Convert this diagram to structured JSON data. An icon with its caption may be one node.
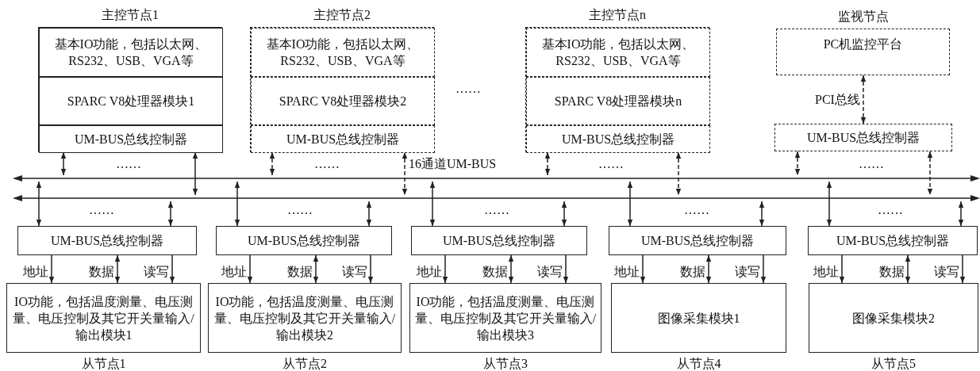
{
  "diagram": {
    "nodes": [
      {
        "text": [
          "主控节点1"
        ]
      },
      {
        "text": [
          "基本IO功能，包括以太网、RS232、USB、VGA等"
        ],
        "in": 0
      },
      {
        "text": [
          "SPARC V8处理器模块1"
        ],
        "in": 0
      },
      {
        "text": [
          "UM-BUS总线控制器"
        ],
        "in": 0
      },
      {
        "text": [
          "主控节点2"
        ]
      },
      {
        "text": [
          "基本IO功能，包括以太网、RS232、USB、VGA等"
        ],
        "in": 4
      },
      {
        "text": [
          "SPARC V8处理器模块2"
        ],
        "in": 4
      },
      {
        "text": [
          "UM-BUS总线控制器"
        ],
        "in": 4
      },
      {
        "text": [
          "主控节点n"
        ]
      },
      {
        "text": [
          "基本IO功能，包括以太网、RS232、USB、VGA等"
        ],
        "in": 8
      },
      {
        "text": [
          "SPARC V8处理器模块n"
        ],
        "in": 8
      },
      {
        "text": [
          "UM-BUS总线控制器"
        ],
        "in": 8
      },
      {
        "text": [
          "监视节点",
          "PC机监控平台"
        ]
      },
      {
        "text": [
          "UM-BUS总线控制器"
        ]
      },
      {
        "text": [],
        "shape": "bar"
      },
      {
        "text": [],
        "shape": "bar"
      },
      {
        "text": [
          "UM-BUS总线控制器"
        ]
      },
      {
        "text": [
          "IO功能，包括温度测量、电压测量、电压控制及其它开关量输入/输出模块1"
        ],
        "beside": [
          "从节点1"
        ]
      },
      {
        "text": [
          "UM-BUS总线控制器"
        ]
      },
      {
        "text": [
          "IO功能，包括温度测量、电压测量、电压控制及其它开关量输入/输出模块2"
        ],
        "beside": [
          "从节点2"
        ]
      },
      {
        "text": [
          "UM-BUS总线控制器"
        ]
      },
      {
        "text": [
          "IO功能，包括温度测量、电压测量、电压控制及其它开关量输入/输出模块3"
        ],
        "beside": [
          "从节点3"
        ]
      },
      {
        "text": [
          "UM-BUS总线控制器"
        ]
      },
      {
        "text": [
          "图像采集模块1"
        ],
        "beside": [
          "从节点4"
        ]
      },
      {
        "text": [
          "UM-BUS总线控制器"
        ]
      },
      {
        "text": [
          "图像采集模块2"
        ],
        "beside": [
          "从节点5"
        ]
      }
    ],
    "edges": [
      {
        "from": 3,
        "to": 14,
        "arrow": "both"
      },
      {
        "from": 3,
        "to": 15,
        "arrow": "both"
      },
      {
        "from": 7,
        "to": 14,
        "arrow": "both",
        "style": "dashed"
      },
      {
        "from": 7,
        "to": 15,
        "arrow": "both",
        "style": "dashed"
      },
      {
        "from": 11,
        "to": 14,
        "arrow": "both",
        "style": "dashed"
      },
      {
        "from": 11,
        "to": 15,
        "arrow": "both",
        "style": "dashed"
      },
      {
        "from": 12,
        "to": 13,
        "arrow": "both",
        "style": "dashed",
        "label": "PCI总线"
      },
      {
        "from": 13,
        "to": 14,
        "arrow": "both",
        "style": "dashed"
      },
      {
        "from": 13,
        "to": 15,
        "arrow": "both",
        "style": "dashed"
      },
      {
        "from": 16,
        "to": 14,
        "arrow": "both"
      },
      {
        "from": 16,
        "to": 15,
        "arrow": "both"
      },
      {
        "from": 16,
        "to": 17,
        "arrow": "to",
        "label": "地址"
      },
      {
        "from": 16,
        "to": 17,
        "arrow": "both",
        "label": "数据"
      },
      {
        "from": 16,
        "to": 17,
        "arrow": "to",
        "label": "读写"
      },
      {
        "from": 18,
        "to": 14,
        "arrow": "both"
      },
      {
        "from": 18,
        "to": 15,
        "arrow": "both"
      },
      {
        "from": 18,
        "to": 19,
        "arrow": "to",
        "label": "地址"
      },
      {
        "from": 18,
        "to": 19,
        "arrow": "both",
        "label": "数据"
      },
      {
        "from": 18,
        "to": 19,
        "arrow": "to",
        "label": "读写"
      },
      {
        "from": 20,
        "to": 14,
        "arrow": "both"
      },
      {
        "from": 20,
        "to": 15,
        "arrow": "both"
      },
      {
        "from": 20,
        "to": 21,
        "arrow": "to",
        "label": "地址"
      },
      {
        "from": 20,
        "to": 21,
        "arrow": "both",
        "label": "数据"
      },
      {
        "from": 20,
        "to": 21,
        "arrow": "to",
        "label": "读写"
      },
      {
        "from": 22,
        "to": 14,
        "arrow": "both"
      },
      {
        "from": 22,
        "to": 15,
        "arrow": "both"
      },
      {
        "from": 22,
        "to": 23,
        "arrow": "to",
        "label": "地址"
      },
      {
        "from": 22,
        "to": 23,
        "arrow": "both",
        "label": "数据"
      },
      {
        "from": 22,
        "to": 23,
        "arrow": "to",
        "label": "读写"
      },
      {
        "from": 24,
        "to": 14,
        "arrow": "both"
      },
      {
        "from": 24,
        "to": 15,
        "arrow": "both"
      },
      {
        "from": 24,
        "to": 25,
        "arrow": "to",
        "label": "地址"
      },
      {
        "from": 24,
        "to": 25,
        "arrow": "both",
        "label": "数据"
      },
      {
        "from": 24,
        "to": 25,
        "arrow": "to",
        "label": "读写"
      }
    ],
    "labels": [
      "……",
      "……",
      "……",
      "16通道UM-BUS",
      "……",
      "……",
      "……",
      "……",
      "……",
      "……",
      "……"
    ]
  }
}
